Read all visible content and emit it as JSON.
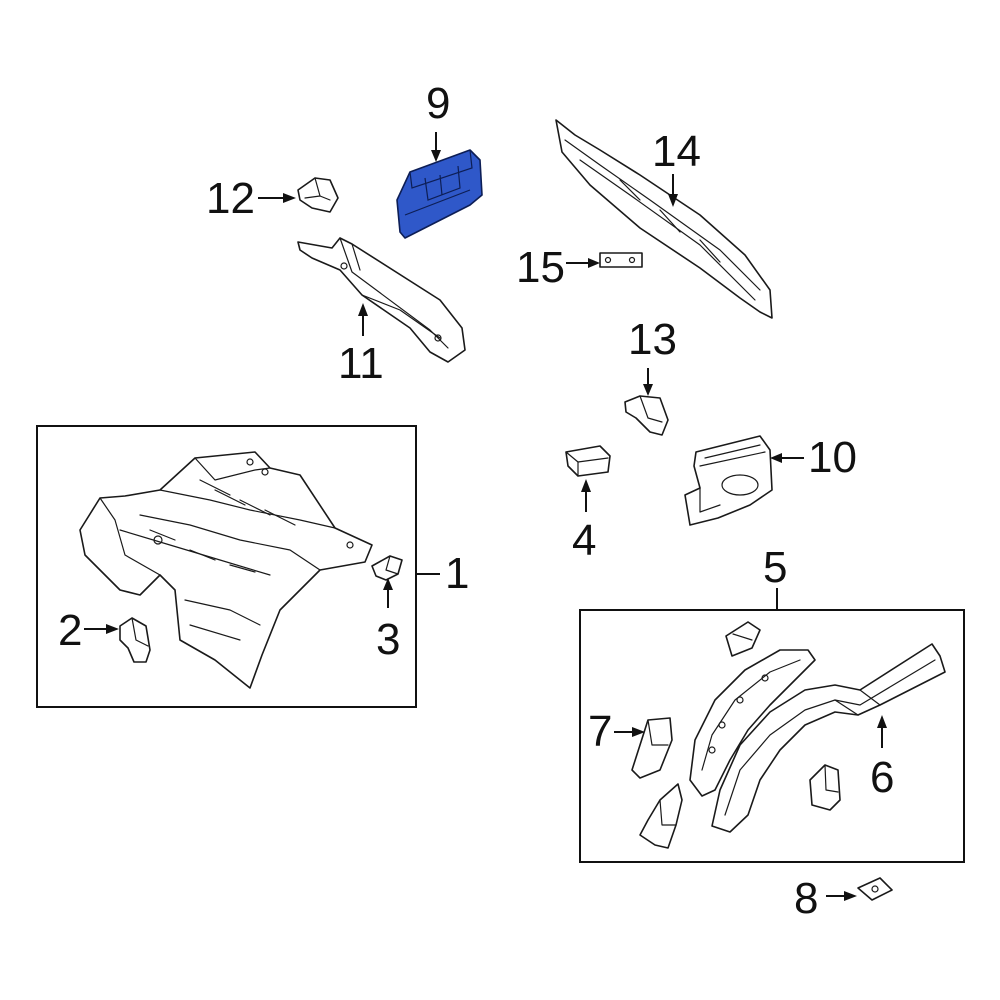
{
  "diagram": {
    "highlight_color": "#2f58c9",
    "callouts": [
      {
        "id": "1",
        "text": "1"
      },
      {
        "id": "2",
        "text": "2"
      },
      {
        "id": "3",
        "text": "3"
      },
      {
        "id": "4",
        "text": "4"
      },
      {
        "id": "5",
        "text": "5"
      },
      {
        "id": "6",
        "text": "6"
      },
      {
        "id": "7",
        "text": "7"
      },
      {
        "id": "8",
        "text": "8"
      },
      {
        "id": "9",
        "text": "9"
      },
      {
        "id": "10",
        "text": "10"
      },
      {
        "id": "11",
        "text": "11"
      },
      {
        "id": "12",
        "text": "12"
      },
      {
        "id": "13",
        "text": "13"
      },
      {
        "id": "14",
        "text": "14"
      },
      {
        "id": "15",
        "text": "15"
      }
    ]
  }
}
